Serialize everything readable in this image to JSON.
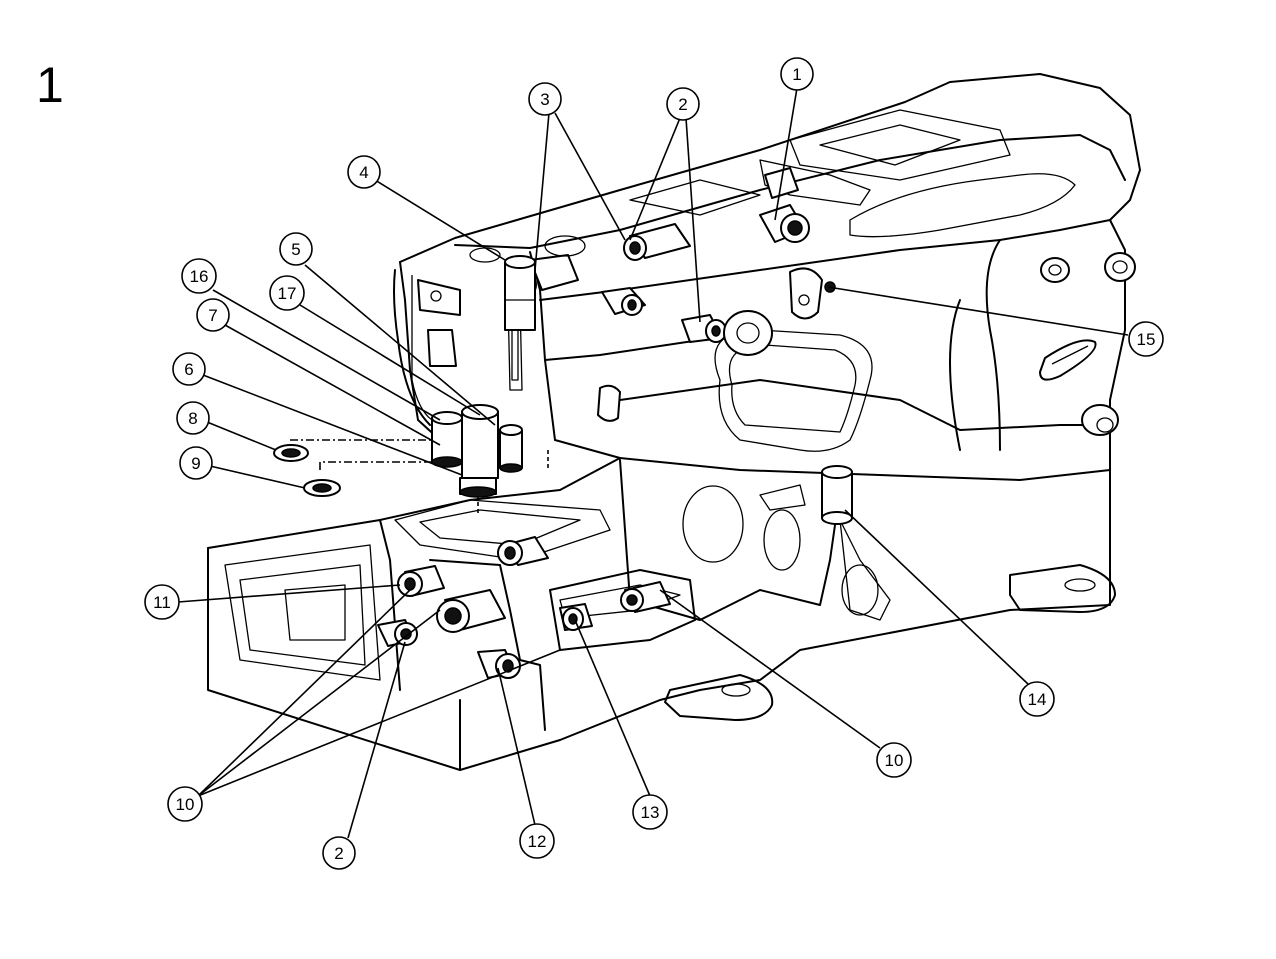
{
  "page_number": "1",
  "callouts": [
    {
      "id": "c1",
      "label": "1"
    },
    {
      "id": "c2a",
      "label": "2"
    },
    {
      "id": "c2b",
      "label": "2"
    },
    {
      "id": "c3",
      "label": "3"
    },
    {
      "id": "c4",
      "label": "4"
    },
    {
      "id": "c5",
      "label": "5"
    },
    {
      "id": "c6",
      "label": "6"
    },
    {
      "id": "c7",
      "label": "7"
    },
    {
      "id": "c8",
      "label": "8"
    },
    {
      "id": "c9",
      "label": "9"
    },
    {
      "id": "c10a",
      "label": "10"
    },
    {
      "id": "c10b",
      "label": "10"
    },
    {
      "id": "c11",
      "label": "11"
    },
    {
      "id": "c12",
      "label": "12"
    },
    {
      "id": "c13",
      "label": "13"
    },
    {
      "id": "c14",
      "label": "14"
    },
    {
      "id": "c15",
      "label": "15"
    },
    {
      "id": "c16",
      "label": "16"
    },
    {
      "id": "c17",
      "label": "17"
    }
  ]
}
